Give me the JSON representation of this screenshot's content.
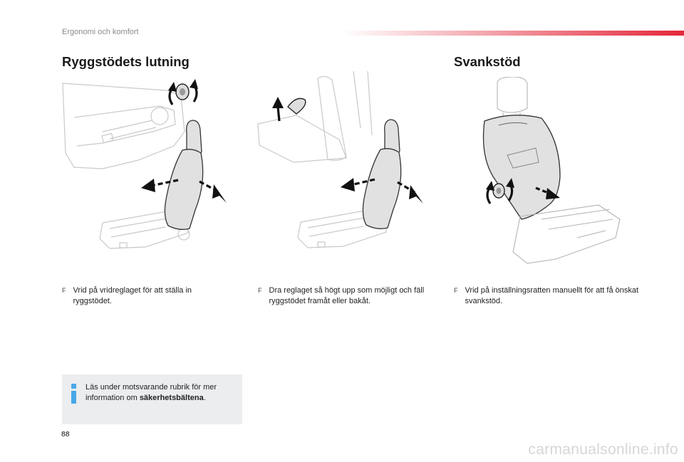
{
  "header": {
    "section": "Ergonomi och komfort",
    "accent_color": "#e4273a"
  },
  "sections": [
    {
      "title": "Ryggstödets lutning"
    },
    {
      "title": "Svankstöd"
    }
  ],
  "instructions": [
    {
      "bullet": "F",
      "text": "Vrid på vridreglaget för att ställa in ryggstödet."
    },
    {
      "bullet": "F",
      "text": "Dra reglaget så högt upp som möjligt och fäll ryggstödet framåt eller bakåt."
    },
    {
      "bullet": "F",
      "text": "Vrid på inställningsratten manuellt för att få önskat svankstöd."
    }
  ],
  "info": {
    "icon": "info-icon",
    "text_before": "Läs under motsvarande rubrik för mer information om ",
    "text_bold": "säkerhetsbältena",
    "text_after": ".",
    "icon_color": "#4aa8e8"
  },
  "page_number": "88",
  "watermark": "carmanualsonline.info"
}
